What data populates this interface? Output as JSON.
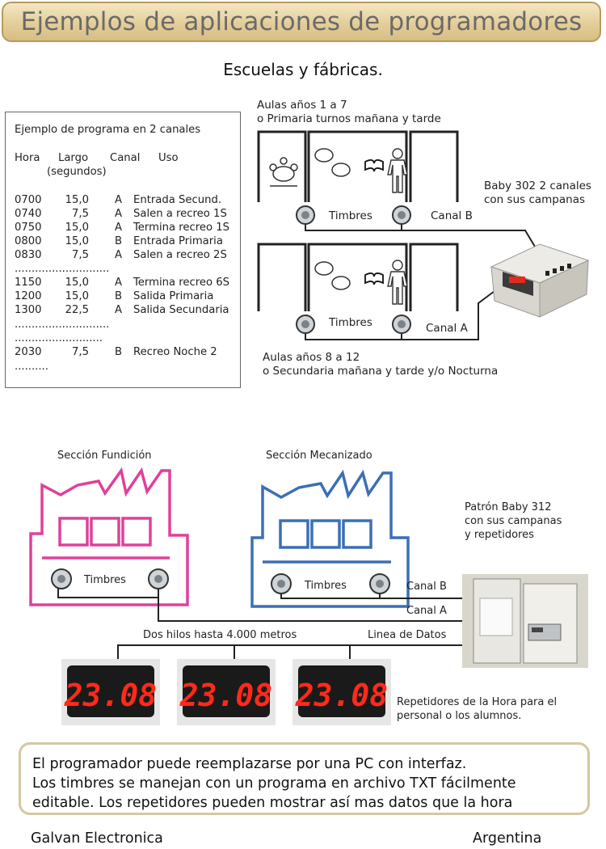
{
  "title": "Ejemplos de aplicaciones de programadores",
  "subtitle": "Escuelas y fábricas.",
  "program_table": {
    "heading": "Ejemplo de programa en 2 canales",
    "headers": [
      "Hora",
      "Largo",
      "Canal",
      "Uso"
    ],
    "header_sub": "(segundos)",
    "rows": [
      [
        "0700",
        "15,0",
        "A",
        "Entrada Secund."
      ],
      [
        "0740",
        "7,5",
        "A",
        "Salen a recreo 1S"
      ],
      [
        "0750",
        "15,0",
        "A",
        "Termina recreo 1S"
      ],
      [
        "0800",
        "15,0",
        "B",
        "Entrada Primaria"
      ],
      [
        "0830",
        "7,5",
        "A",
        "Salen a recreo 2S"
      ],
      [
        "1150",
        "15,0",
        "A",
        "Termina recreo 6S"
      ],
      [
        "1200",
        "15,0",
        "B",
        "Salida Primaria"
      ],
      [
        "1300",
        "22,5",
        "A",
        "Salida Secundaria"
      ],
      [
        "2030",
        "7,5",
        "B",
        "Recreo Noche 2"
      ]
    ],
    "dots_a": "............................",
    "dots_b": "............................",
    "dots_c": "..........................",
    "dots_d": ".........."
  },
  "school": {
    "top_caption_1": "Aulas años 1 a 7",
    "top_caption_2": "o Primaria turnos mañana y tarde",
    "bottom_caption_1": "Aulas años 8 a 12",
    "bottom_caption_2": "o  Secundaria mañana y tarde y/o  Nocturna",
    "timbres_top": "Timbres",
    "timbres_bottom": "Timbres",
    "canal_b": "Canal B",
    "canal_a": "Canal A",
    "device_1": "Baby 302 2 canales",
    "device_2": "con sus campanas"
  },
  "factory": {
    "section_left": "Sección Fundición",
    "section_right": "Sección Mecanizado",
    "timbres_left": "Timbres",
    "timbres_right": "Timbres",
    "patron_1": "Patrón Baby 312",
    "patron_2": "con sus campanas",
    "patron_3": "y repetidores",
    "canal_b": "Canal B",
    "canal_a": "Canal A",
    "two_wires": "Dos hilos hasta 4.000 metros",
    "data_line": "Linea de Datos",
    "clock_display": "23.08",
    "repeaters_1": "Repetidores de la Hora  para el",
    "repeaters_2": "personal o los alumnos.",
    "colors": {
      "fundicion": "#e0409a",
      "mecanizado": "#3b6fb6",
      "led": "#ff2a1a"
    }
  },
  "note": [
    "El programador puede reemplazarse por una PC con interfaz.",
    "Los timbres se manejan con un programa en archivo TXT fácilmente",
    "editable. Los repetidores pueden mostrar así mas datos que la hora"
  ],
  "footer": {
    "left": "Galvan Electronica",
    "right": "Argentina"
  }
}
